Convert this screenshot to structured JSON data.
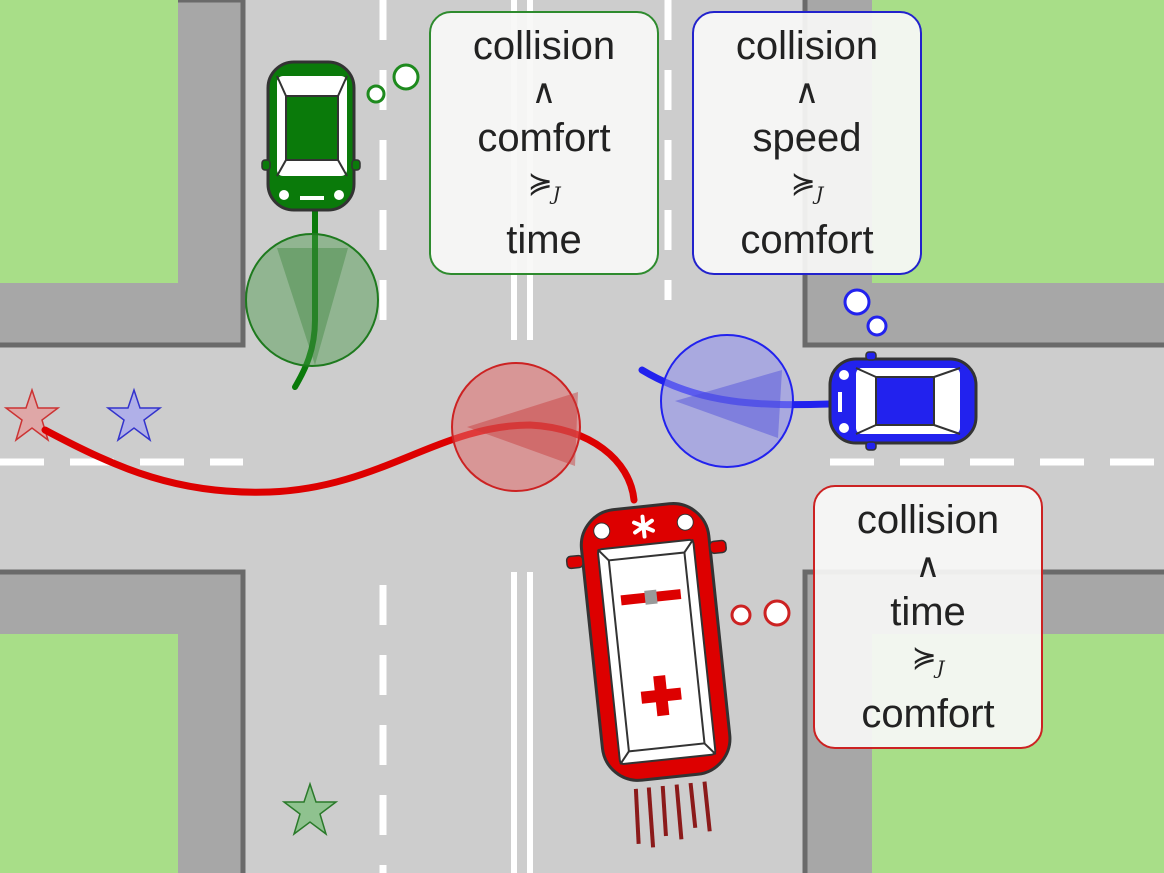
{
  "bubbles": {
    "green": {
      "line1": "collision",
      "line2": "∧",
      "line3": "comfort",
      "relation": "≽",
      "relation_sub": "J",
      "line5": "time",
      "color": "#2e8b2e"
    },
    "blue": {
      "line1": "collision",
      "line2": "∧",
      "line3": "speed",
      "relation": "≽",
      "relation_sub": "J",
      "line5": "comfort",
      "color": "#2222cc"
    },
    "red": {
      "line1": "collision",
      "line2": "∧",
      "line3": "time",
      "relation": "≽",
      "relation_sub": "J",
      "line5": "comfort",
      "color": "#cc2222"
    }
  },
  "colors": {
    "grass": "#a8de88",
    "road": "#cdcdcd",
    "curb": "#a7a7a7",
    "green_car": "#0a7a0a",
    "blue_car": "#2222ee",
    "ambulance": "#dd0000"
  },
  "icons": [
    "star-icon",
    "medical-cross-icon",
    "star-of-life-icon"
  ]
}
